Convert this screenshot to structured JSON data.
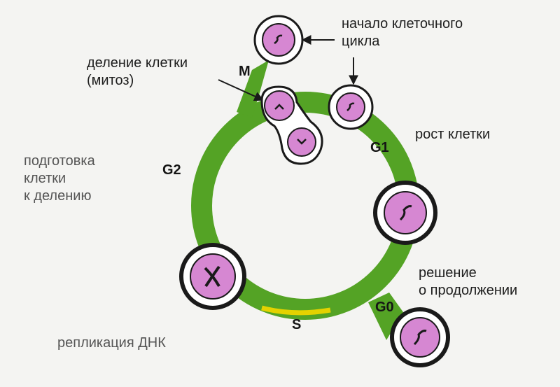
{
  "phases": {
    "m": "M",
    "g1": "G1",
    "g2": "G2",
    "s": "S",
    "g0": "G0"
  },
  "labels": {
    "cycle_start": "начало клеточного\nцикла",
    "division": "деление клетки\n(митоз)",
    "growth": "рост клетки",
    "preparation": "подготовка\nклетки\nк делению",
    "decision": "решение\nо продолжении",
    "replication": "репликация ДНК"
  },
  "colors": {
    "ring": "#54a325",
    "ring_dark": "#3f8a1c",
    "cell_fill": "#d687d2",
    "cell_outline": "#1a1a1a",
    "s_band": "#e4d200"
  }
}
